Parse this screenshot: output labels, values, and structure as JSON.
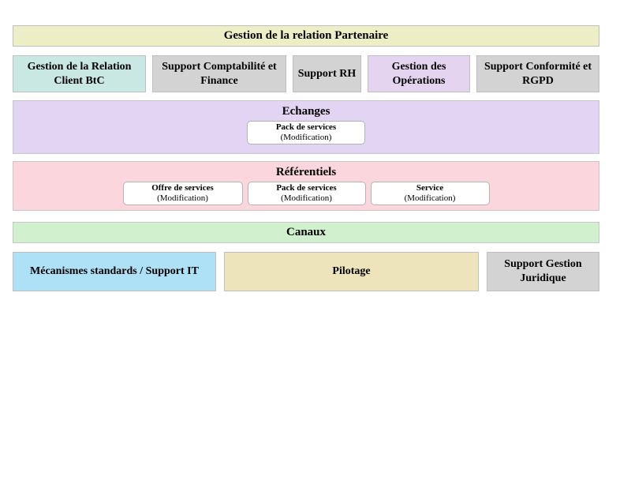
{
  "banner": {
    "label": "Gestion de la relation Partenaire"
  },
  "capability_row": [
    {
      "label": "Gestion de la Relation Client BtC",
      "color": "#c9e8e4"
    },
    {
      "label": "Support Comptabilité et Finance",
      "color": "#d3d3d3"
    },
    {
      "label": "Support RH",
      "color": "#d3d3d3"
    },
    {
      "label": "Gestion des Opérations",
      "color": "#e5d4f0"
    },
    {
      "label": "Support Conformité et RGPD",
      "color": "#d3d3d3"
    }
  ],
  "echanges": {
    "title": "Echanges",
    "color": "#e4d4f4",
    "items": [
      {
        "name": "Pack de services",
        "qualifier": "(Modification)"
      }
    ]
  },
  "referentiels": {
    "title": "Référentiels",
    "color": "#fbd6dd",
    "items": [
      {
        "name": "Offre de services",
        "qualifier": "(Modification)"
      },
      {
        "name": "Pack de services",
        "qualifier": "(Modification)"
      },
      {
        "name": "Service",
        "qualifier": "(Modification)"
      }
    ]
  },
  "canaux": {
    "title": "Canaux",
    "color": "#d0f0ce"
  },
  "bottom_row": [
    {
      "label": "Mécanismes standards / Support IT",
      "color": "#aee0f6"
    },
    {
      "label": "Pilotage",
      "color": "#ede4bb"
    },
    {
      "label": "Support Gestion Juridique",
      "color": "#d3d3d3"
    }
  ],
  "palette": {
    "banner": "#edeec6",
    "client_btc": "#c9e8e4",
    "support_gray": "#d3d3d3",
    "operations_violet": "#e5d4f0",
    "echanges_lavender": "#e4d4f4",
    "referentiels_pink": "#fbd6dd",
    "canaux_green": "#d0f0ce",
    "mecanismes_blue": "#aee0f6",
    "pilotage_tan": "#ede4bb",
    "service_box": "#ffffff",
    "border": "#bfbfbf",
    "text": "#000000",
    "page_background": "#ffffff"
  }
}
